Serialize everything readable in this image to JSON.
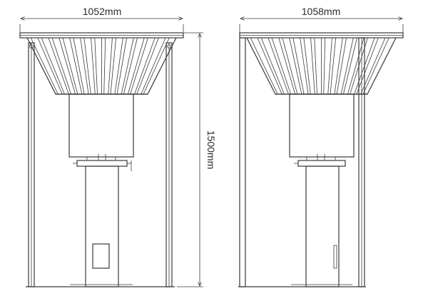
{
  "dimensions": {
    "front_width": "1052mm",
    "side_width": "1058mm",
    "height": "1500mm"
  },
  "colors": {
    "line": "#3a3a3a",
    "background": "#ffffff",
    "text": "#2a2a2a"
  }
}
